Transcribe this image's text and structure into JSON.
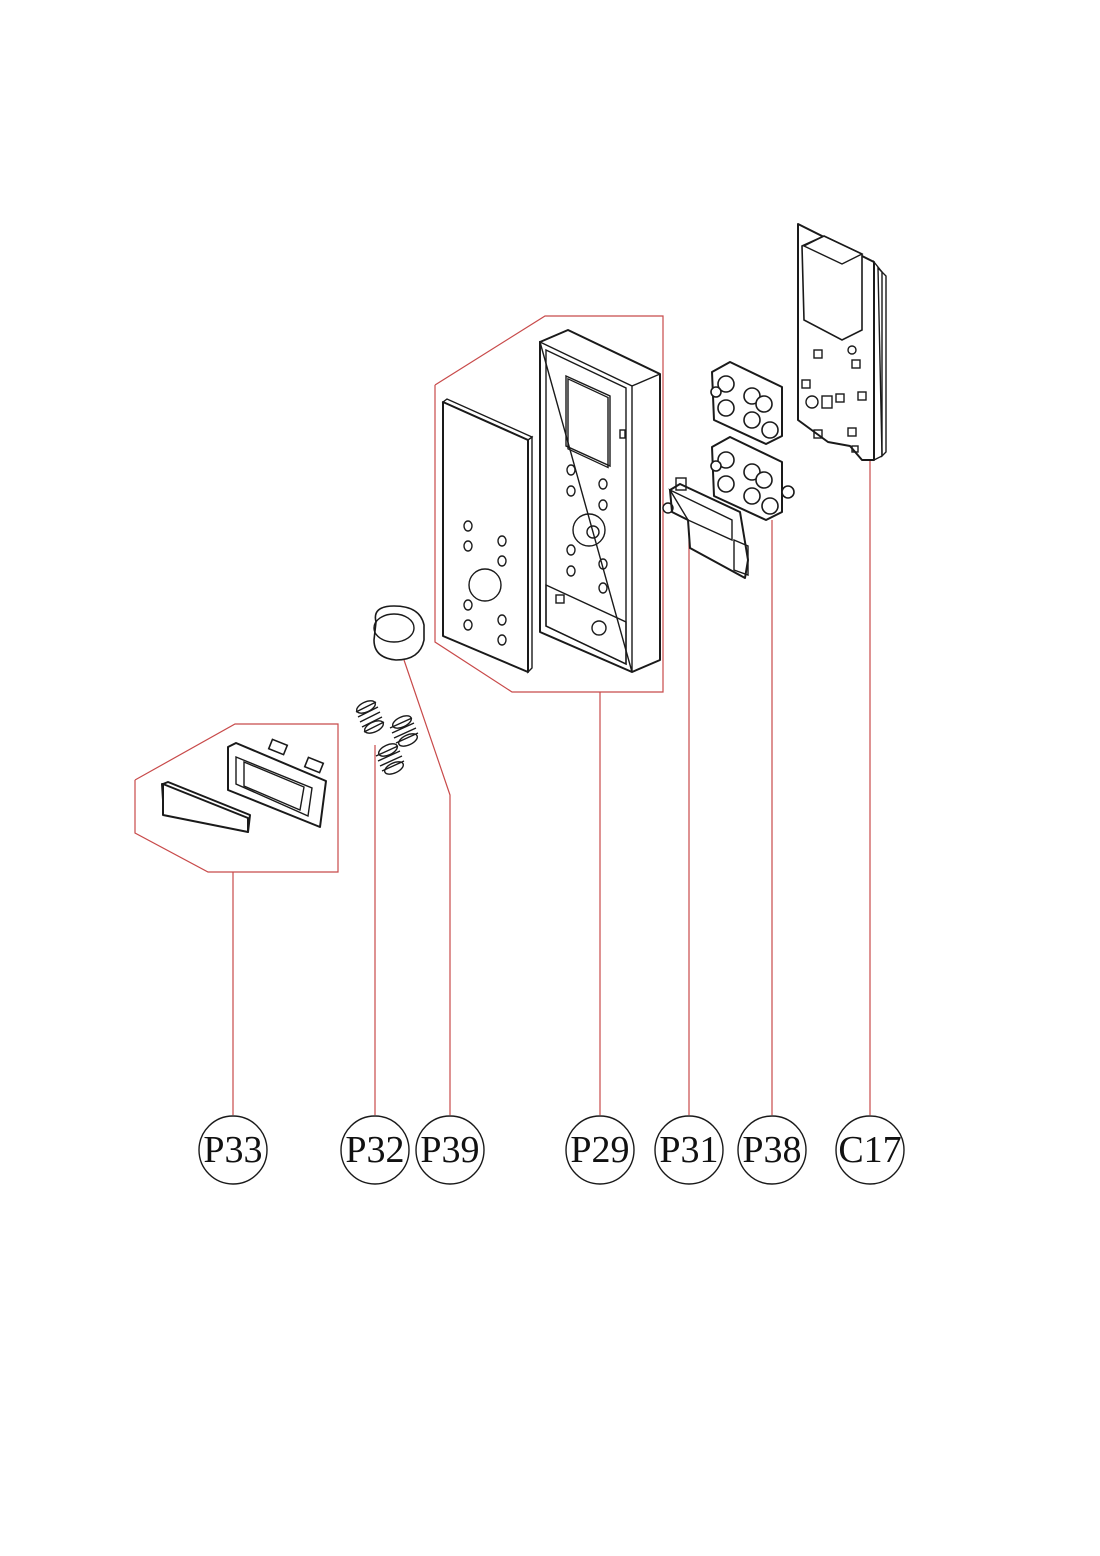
{
  "colors": {
    "leader": "#c84a4a",
    "line": "#1a1a1a",
    "background": "#ffffff"
  },
  "callouts": [
    {
      "id": "p33",
      "label": "P33"
    },
    {
      "id": "p32",
      "label": "P32"
    },
    {
      "id": "p39",
      "label": "P39"
    },
    {
      "id": "p29",
      "label": "P29"
    },
    {
      "id": "p31",
      "label": "P31"
    },
    {
      "id": "p38",
      "label": "P38"
    },
    {
      "id": "c17",
      "label": "C17"
    }
  ]
}
